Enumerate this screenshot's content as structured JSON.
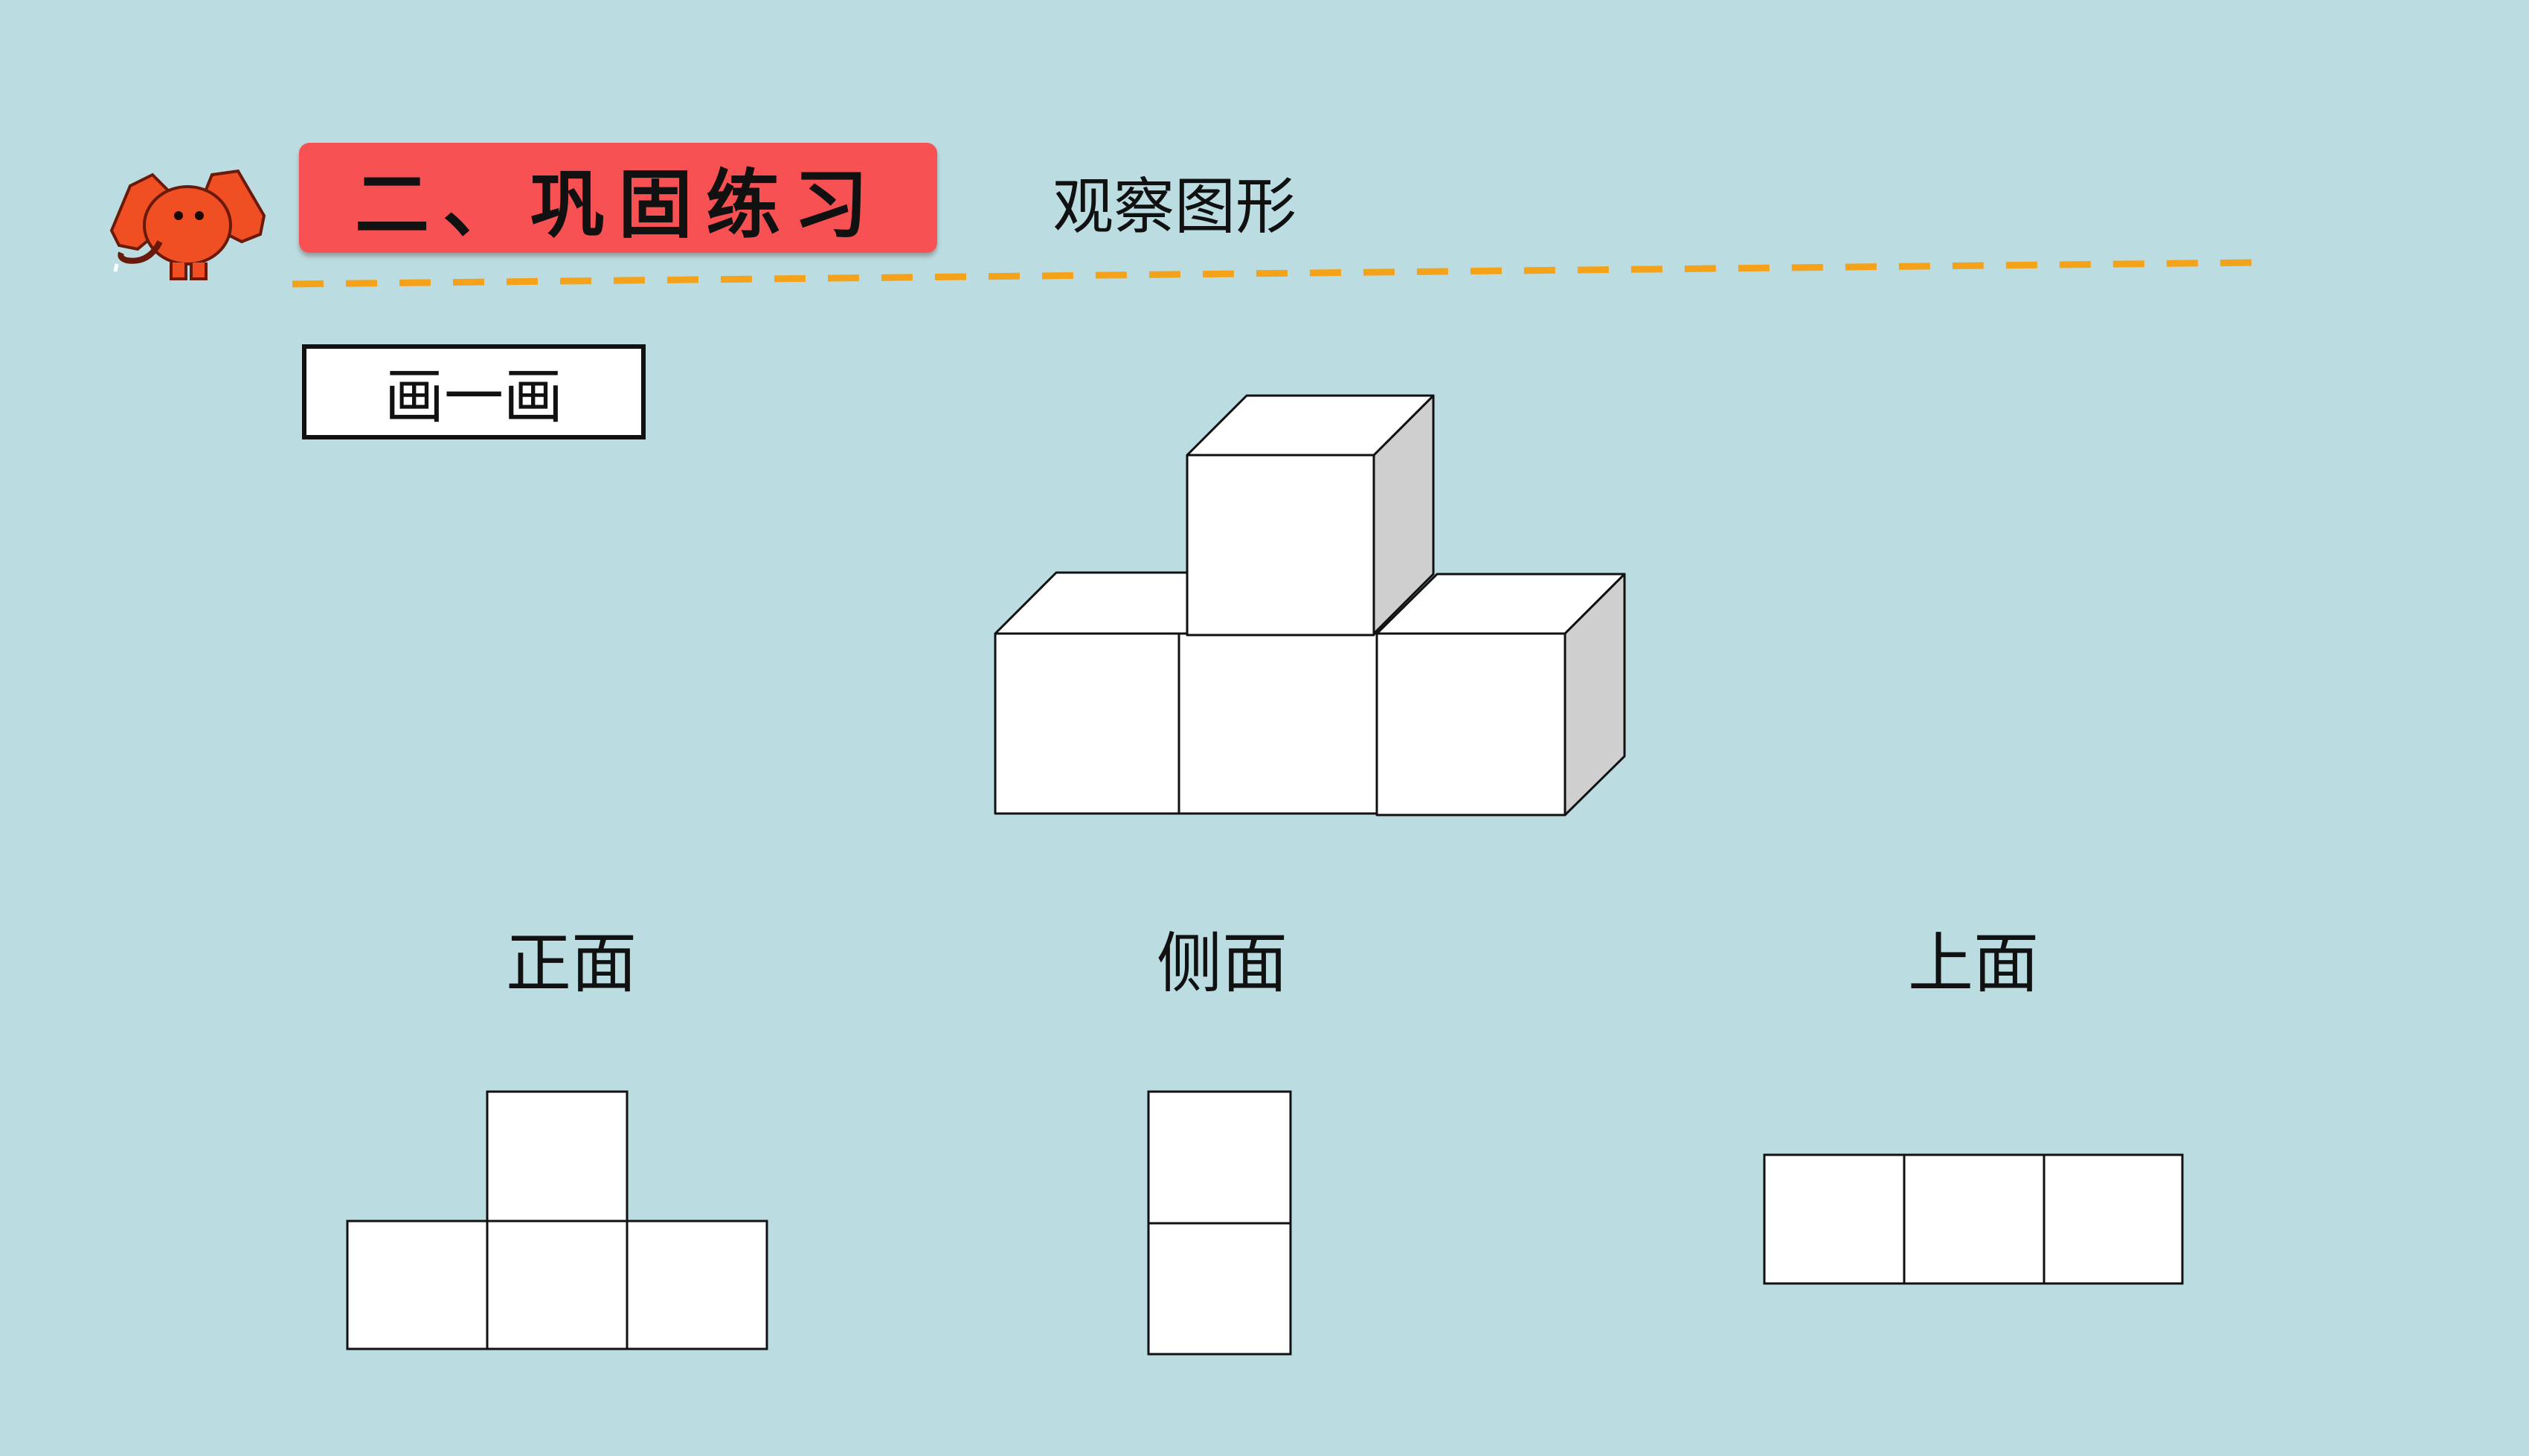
{
  "header": {
    "title": "二、巩固练习",
    "subtitle": "观察图形"
  },
  "task": {
    "label": "画一画"
  },
  "views": {
    "front": "正面",
    "side": "侧面",
    "top": "上面"
  },
  "colors": {
    "background": "#bbdde1",
    "title_bar": "#f75154",
    "dash": "#f5a21b",
    "elephant": "#f04e23",
    "cube_face": "#ffffff",
    "cube_side": "#cfcfcf"
  },
  "icons": {
    "logo": "elephant-icon"
  }
}
